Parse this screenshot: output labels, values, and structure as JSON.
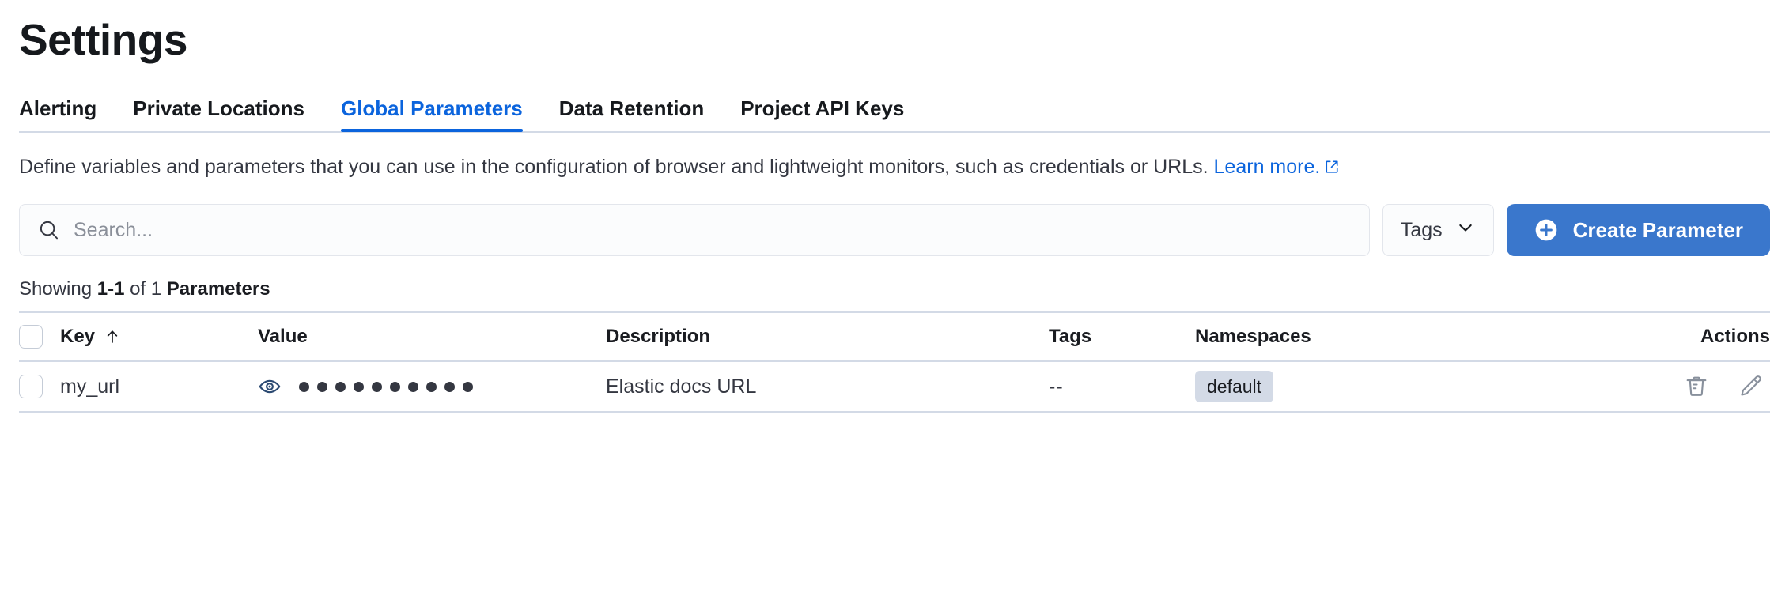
{
  "header": {
    "title": "Settings"
  },
  "tabs": [
    {
      "label": "Alerting",
      "active": false
    },
    {
      "label": "Private Locations",
      "active": false
    },
    {
      "label": "Global Parameters",
      "active": true
    },
    {
      "label": "Data Retention",
      "active": false
    },
    {
      "label": "Project API Keys",
      "active": false
    }
  ],
  "description": {
    "text": "Define variables and parameters that you can use in the configuration of browser and lightweight monitors, such as credentials or URLs. ",
    "link_label": "Learn more.",
    "link_icon": "external-link-icon"
  },
  "controls": {
    "search": {
      "placeholder": "Search...",
      "value": "",
      "icon": "search-icon"
    },
    "tags_dropdown": {
      "label": "Tags",
      "icon": "chevron-down-icon"
    },
    "create_button": {
      "label": "Create Parameter",
      "icon": "plus-circle-icon",
      "color": "#3a77cc"
    }
  },
  "summary": {
    "prefix": "Showing ",
    "range": "1-1",
    "middle": " of 1 ",
    "entity": "Parameters"
  },
  "table": {
    "columns": [
      {
        "key": "select",
        "label": "",
        "sorted": false
      },
      {
        "key": "key",
        "label": "Key",
        "sorted": true,
        "sort_icon": "sort-asc-arrow-icon"
      },
      {
        "key": "value",
        "label": "Value",
        "sorted": false
      },
      {
        "key": "description",
        "label": "Description",
        "sorted": false
      },
      {
        "key": "tags",
        "label": "Tags",
        "sorted": false
      },
      {
        "key": "namespaces",
        "label": "Namespaces",
        "sorted": false
      },
      {
        "key": "actions",
        "label": "Actions",
        "sorted": false
      }
    ],
    "rows": [
      {
        "selected": false,
        "key": "my_url",
        "value_masked": "••••••••••",
        "value_dot_count": 10,
        "value_toggle_icon": "eye-icon",
        "description": "Elastic docs URL",
        "tags": "--",
        "namespaces": [
          "default"
        ],
        "actions": [
          "trash-icon",
          "pencil-icon"
        ]
      }
    ]
  },
  "colors": {
    "accent": "#0b64dd",
    "primary_button": "#3a77cc",
    "badge_bg": "#d3dae6",
    "border": "#d3dae6",
    "text": "#343741",
    "icon_muted": "#98a2b3"
  }
}
